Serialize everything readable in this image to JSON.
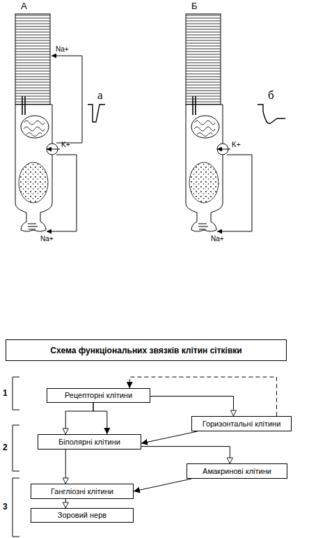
{
  "diagram": {
    "title": "Схема функціональних звязків клітин сітківки",
    "nodes": [
      {
        "text": [
          "Рецепторні клітини"
        ]
      },
      {
        "text": [
          "Горизонтальні клітини"
        ]
      },
      {
        "text": [
          "Біполярні клітини"
        ]
      },
      {
        "text": [
          "Амакринові клітини"
        ]
      },
      {
        "text": [
          "Гангліозні клітини"
        ]
      },
      {
        "text": [
          "Зоровий нерв"
        ]
      }
    ],
    "edges": [
      {
        "from": 0,
        "to": 1,
        "arrow": "to"
      },
      {
        "from": 1,
        "to": 0,
        "arrow": "to"
      },
      {
        "from": 0,
        "to": 2,
        "arrow": "to"
      },
      {
        "from": 0,
        "to": 2,
        "arrow": "to"
      },
      {
        "from": 1,
        "to": 2,
        "arrow": "to"
      },
      {
        "from": 2,
        "to": 3,
        "arrow": "to"
      },
      {
        "from": 2,
        "to": 4,
        "arrow": "to"
      },
      {
        "from": 3,
        "to": 4,
        "arrow": "to"
      },
      {
        "from": 4,
        "to": 5,
        "arrow": "to"
      }
    ],
    "labels": [
      "А",
      "Б",
      "Na+",
      "а",
      "K+",
      "Na+",
      "б",
      "K+",
      "Na+",
      "1",
      "2",
      "3"
    ]
  }
}
